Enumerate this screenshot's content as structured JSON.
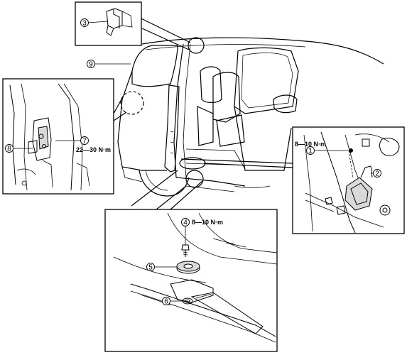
{
  "callouts": [
    {
      "id": "c1",
      "number": "1"
    },
    {
      "id": "c2",
      "number": "2"
    },
    {
      "id": "c3",
      "number": "3"
    },
    {
      "id": "c4",
      "number": "4"
    },
    {
      "id": "c5",
      "number": "5"
    },
    {
      "id": "c6",
      "number": "6"
    },
    {
      "id": "c7",
      "number": "7"
    },
    {
      "id": "c8",
      "number": "8"
    },
    {
      "id": "c9",
      "number": "9"
    }
  ],
  "torque_specs": {
    "upper_roller_bracket": "8—10 N·m",
    "center_hinge_bolt": "22—30 N·m",
    "lower_roller_bolt": "8—10 N·m"
  },
  "colors": {
    "line": "#000000",
    "background": "#ffffff",
    "shade": "#d9d9d9"
  }
}
